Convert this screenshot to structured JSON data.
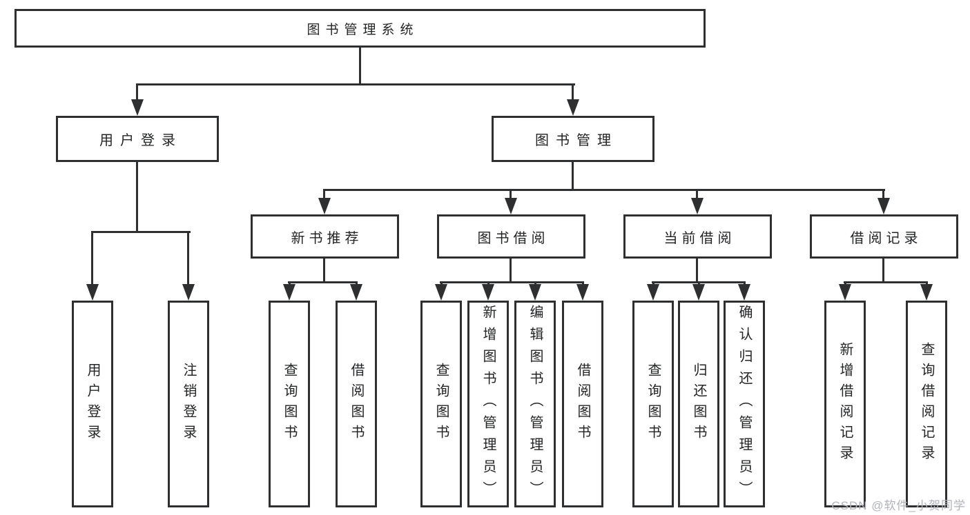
{
  "diagram": {
    "tree": {
      "label": "图书管理系统",
      "children": [
        {
          "label": "用户登录",
          "children": [
            {
              "label": "用户登录"
            },
            {
              "label": "注销登录"
            }
          ]
        },
        {
          "label": "图书管理",
          "children": [
            {
              "label": "新书推荐",
              "children": [
                {
                  "label": "查询图书"
                },
                {
                  "label": "借阅图书"
                }
              ]
            },
            {
              "label": "图书借阅",
              "children": [
                {
                  "label": "查询图书"
                },
                {
                  "label": "新增图书（管理员）"
                },
                {
                  "label": "编辑图书（管理员）"
                },
                {
                  "label": "借阅图书"
                }
              ]
            },
            {
              "label": "当前借阅",
              "children": [
                {
                  "label": "查询图书"
                },
                {
                  "label": "归还图书"
                },
                {
                  "label": "确认归还（管理员）"
                }
              ]
            },
            {
              "label": "借阅记录",
              "children": [
                {
                  "label": "新增借阅记录"
                },
                {
                  "label": "查询借阅记录"
                }
              ]
            }
          ]
        }
      ]
    }
  },
  "watermark": {
    "text": "CSDN @软件_小贺同学"
  },
  "colors": {
    "line": "#2e2f31",
    "text": "#232426",
    "background": "#ffffff",
    "watermark": "#b0b3b8"
  }
}
